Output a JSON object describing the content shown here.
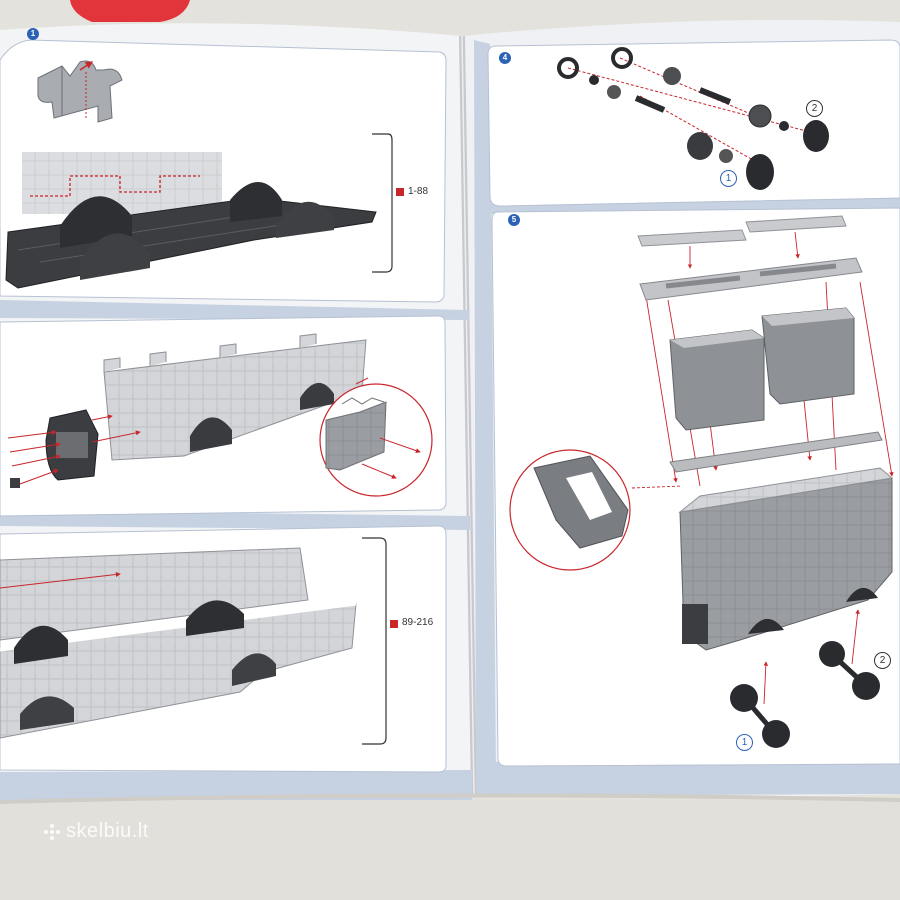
{
  "booklet": {
    "steps": [
      {
        "number": "1"
      },
      {
        "number": "4"
      },
      {
        "number": "5"
      }
    ],
    "piece_ranges": [
      "1-88",
      "89-216"
    ],
    "wheel_callouts": {
      "step4": [
        "1",
        "2"
      ],
      "step5": [
        "1",
        "2"
      ]
    }
  },
  "watermark": {
    "text": "skelbiu.lt"
  },
  "colors": {
    "accent_blue": "#2c62b5",
    "callout_red": "#c9262b",
    "panel_frame": "#c9d3e3",
    "part_dark": "#3c3d40",
    "part_grey": "#8f9297",
    "wall_light": "#d5d7da"
  }
}
